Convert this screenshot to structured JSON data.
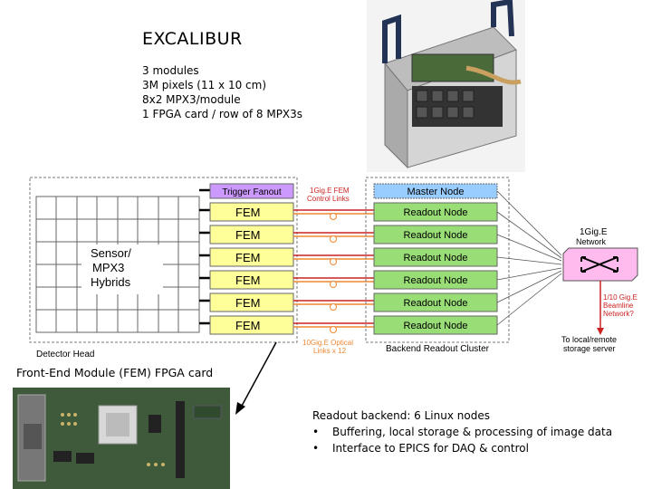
{
  "header": {
    "title": "EXCALIBUR",
    "specs": [
      "3 modules",
      "3M pixels (11 x 10 cm)",
      "8x2 MPX3/module",
      "1 FPGA card / row of 8 MPX3s"
    ]
  },
  "diagram": {
    "detector_head_label": "Detector Head",
    "sensor_label": [
      "Sensor/",
      "MPX3",
      "Hybrids"
    ],
    "trigger_fanout": "Trigger Fanout",
    "fems": [
      "FEM",
      "FEM",
      "FEM",
      "FEM",
      "FEM",
      "FEM"
    ],
    "fem_links_label": [
      "1Gig.E FEM",
      "Control Links"
    ],
    "optical_links_label": [
      "10Gig.E Optical",
      "Links x 12"
    ],
    "master_node": "Master Node",
    "readout_nodes": [
      "Readout Node",
      "Readout Node",
      "Readout Node",
      "Readout Node",
      "Readout Node",
      "Readout Node"
    ],
    "cluster_label": "Backend Readout Cluster",
    "network_label": [
      "1Gig.E",
      "Network"
    ],
    "beamline_label": [
      "1/10 Gig.E",
      "Beamline",
      "Network?"
    ],
    "storage_label": [
      "To local/remote",
      "storage server"
    ],
    "colors": {
      "fem_fill": "#ffff99",
      "node_fill": "#99dd77",
      "master_fill": "#99ccff",
      "switch_fill": "#ffbbee",
      "trigger_fill": "#cc99ff",
      "link_red": "#cc2222",
      "link_orange": "#ee8833"
    }
  },
  "fem_caption": "Front-End Module (FEM) FPGA card",
  "backend": {
    "title": "Readout backend: 6 Linux nodes",
    "bullets": [
      "Buffering, local storage & processing of image data",
      "Interface to EPICS for DAQ & control"
    ]
  }
}
